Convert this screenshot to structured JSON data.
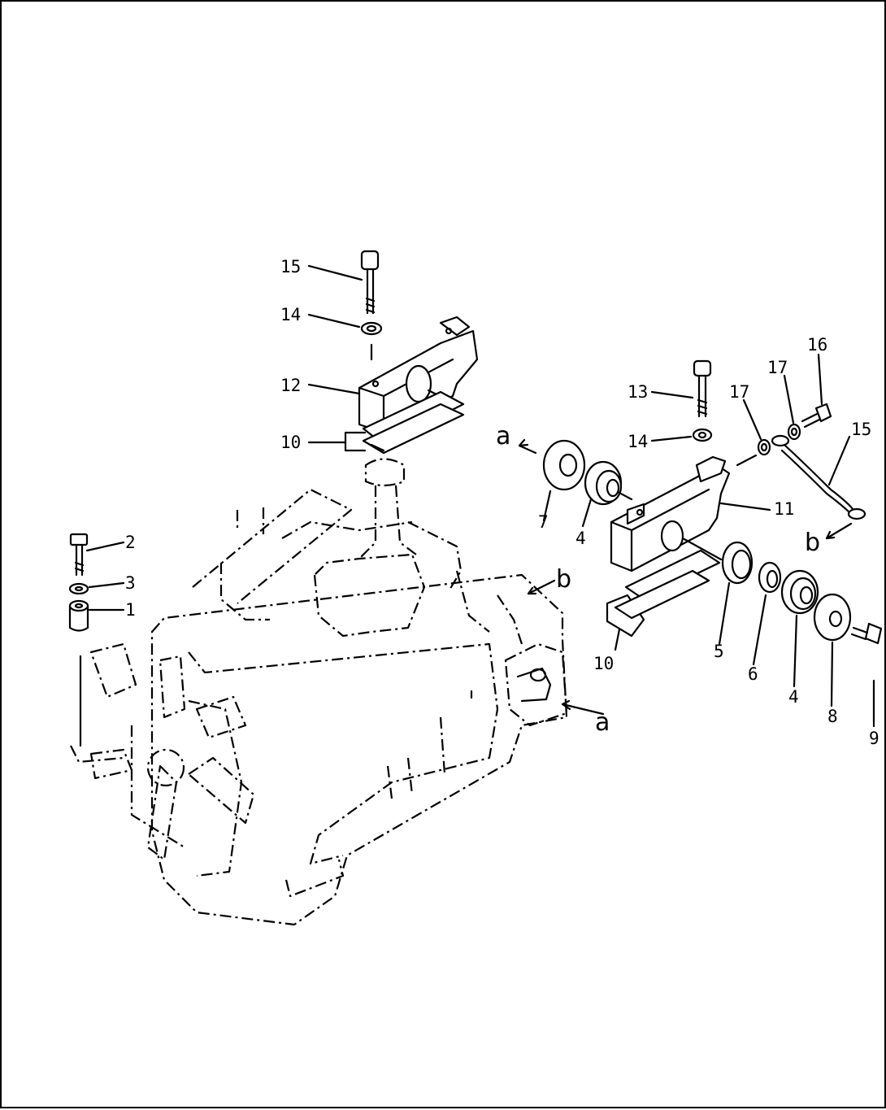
{
  "diagram": {
    "callouts": [
      {
        "id": "c15a",
        "text": "15"
      },
      {
        "id": "c14a",
        "text": "14"
      },
      {
        "id": "c12",
        "text": "12"
      },
      {
        "id": "c10a",
        "text": "10"
      },
      {
        "id": "c2",
        "text": "2"
      },
      {
        "id": "c3",
        "text": "3"
      },
      {
        "id": "c1",
        "text": "1"
      },
      {
        "id": "cAa",
        "text": "a"
      },
      {
        "id": "c7",
        "text": "7"
      },
      {
        "id": "c4a",
        "text": "4"
      },
      {
        "id": "c13",
        "text": "13"
      },
      {
        "id": "c14b",
        "text": "14"
      },
      {
        "id": "c17a",
        "text": "17"
      },
      {
        "id": "c17b",
        "text": "17"
      },
      {
        "id": "c16",
        "text": "16"
      },
      {
        "id": "c15b",
        "text": "15"
      },
      {
        "id": "c11",
        "text": "11"
      },
      {
        "id": "cBb",
        "text": "b"
      },
      {
        "id": "cBa",
        "text": "b"
      },
      {
        "id": "cAb",
        "text": "a"
      },
      {
        "id": "c10b",
        "text": "10"
      },
      {
        "id": "c5",
        "text": "5"
      },
      {
        "id": "c6",
        "text": "6"
      },
      {
        "id": "c4b",
        "text": "4"
      },
      {
        "id": "c8",
        "text": "8"
      },
      {
        "id": "c9",
        "text": "9"
      }
    ]
  }
}
